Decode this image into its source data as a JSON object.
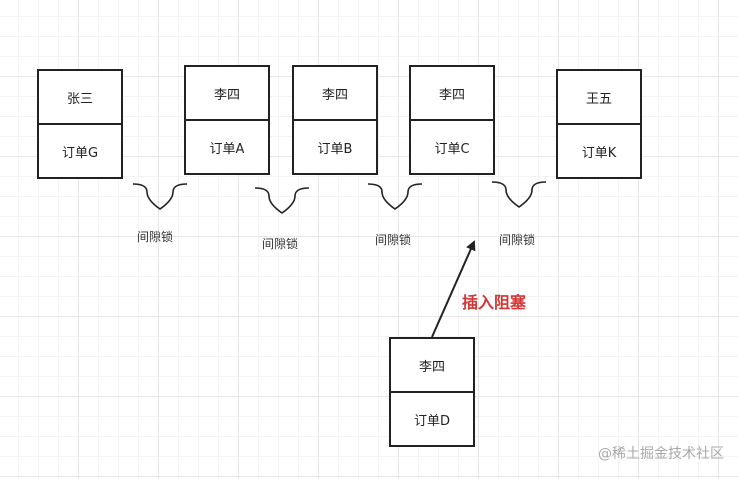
{
  "records": [
    {
      "id": "r1",
      "name": "张三",
      "order": "订单G"
    },
    {
      "id": "r2",
      "name": "李四",
      "order": "订单A"
    },
    {
      "id": "r3",
      "name": "李四",
      "order": "订单B"
    },
    {
      "id": "r4",
      "name": "李四",
      "order": "订单C"
    },
    {
      "id": "r5",
      "name": "王五",
      "order": "订单K"
    }
  ],
  "inserting": {
    "name": "李四",
    "order": "订单D"
  },
  "gap_locks": [
    "间隙锁",
    "间隙锁",
    "间隙锁",
    "间隙锁"
  ],
  "insert_label": "插入阻塞",
  "watermark": "@稀土掘金技术社区",
  "colors": {
    "insert_label": "#d63535",
    "stroke": "#222222"
  }
}
